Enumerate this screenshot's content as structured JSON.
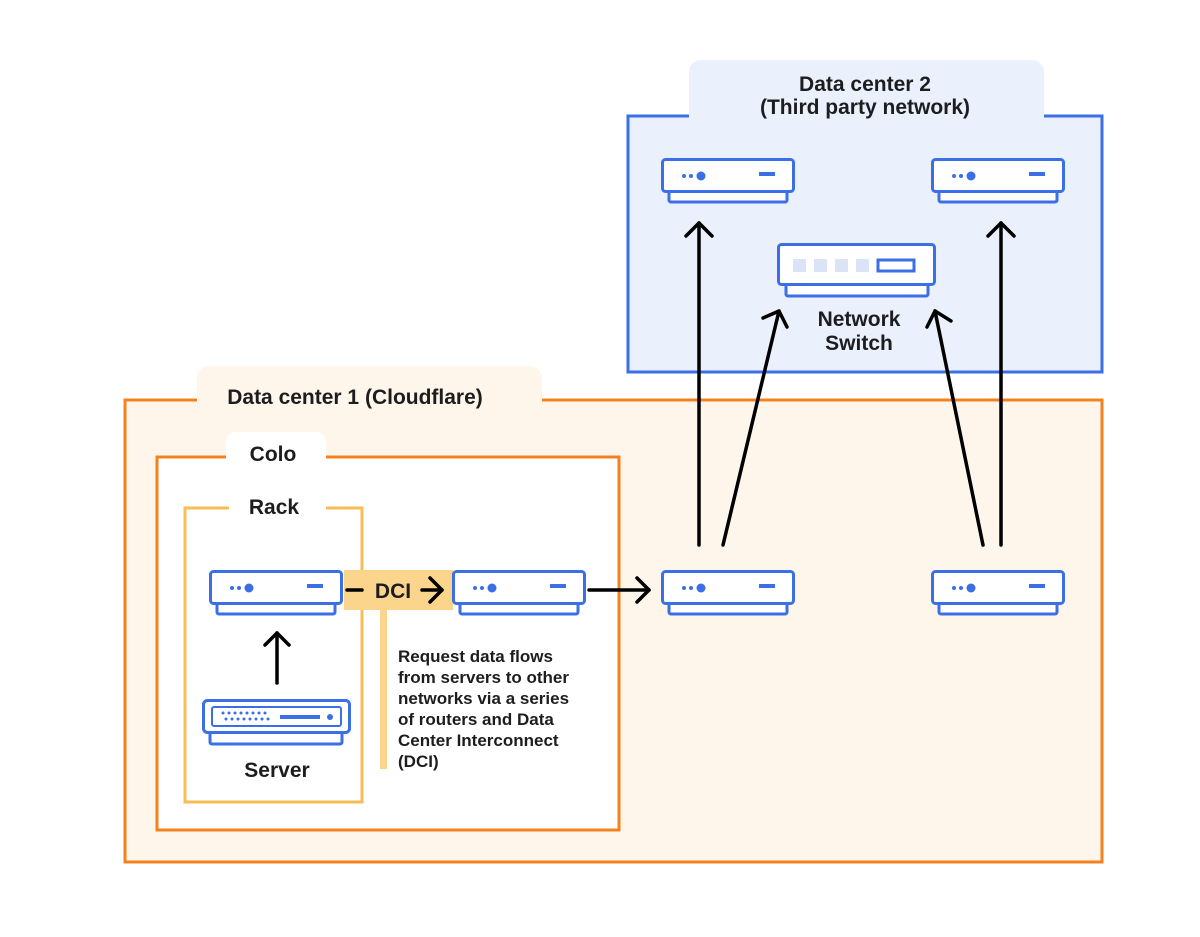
{
  "data_center_2": {
    "title_line1": "Data center 2",
    "title_line2": "(Third party network)"
  },
  "data_center_1": {
    "title": "Data center 1 (Cloudflare)"
  },
  "colo": {
    "title": "Colo"
  },
  "rack": {
    "title": "Rack"
  },
  "server": {
    "label": "Server"
  },
  "network_switch": {
    "label_line1": "Network",
    "label_line2": "Switch"
  },
  "dci": {
    "label": "DCI"
  },
  "note": {
    "lines": [
      "Request data flows",
      "from servers to other",
      "networks via a series",
      "of routers and Data",
      "Center Interconnect",
      "(DCI)"
    ]
  },
  "colors": {
    "blue": "#3b6fe6",
    "blue_fill": "#eaf1fd",
    "orange": "#f48120",
    "orange_fill": "#fef6ea",
    "rack_yellow": "#f8be54",
    "dci_fill": "#fbd58c",
    "arrow": "#000000"
  },
  "icons": {
    "router": "router-icon",
    "server": "server-icon",
    "switch": "network-switch-icon"
  }
}
